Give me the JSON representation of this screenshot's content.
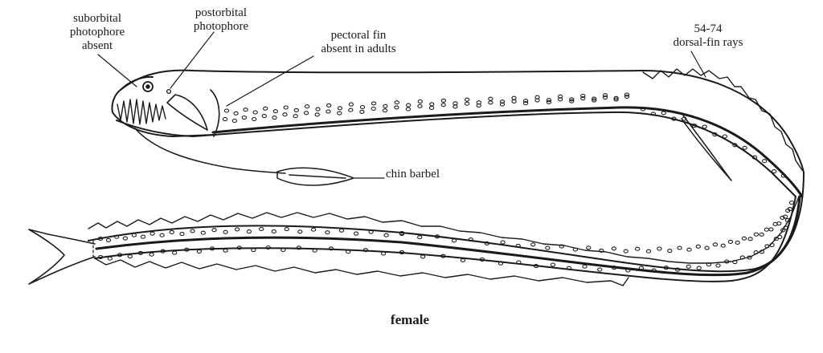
{
  "labels": {
    "suborbital": [
      "suborbital",
      "photophore",
      "absent"
    ],
    "postorbital": [
      "postorbital",
      "photophore"
    ],
    "pectoral": [
      "pectoral fin",
      "absent in adults"
    ],
    "dorsal": [
      "54-74",
      "dorsal-fin rays"
    ],
    "chin": "chin barbel"
  },
  "caption": "female",
  "colors": {
    "ink": "#1a1a1a",
    "background": "#ffffff"
  }
}
